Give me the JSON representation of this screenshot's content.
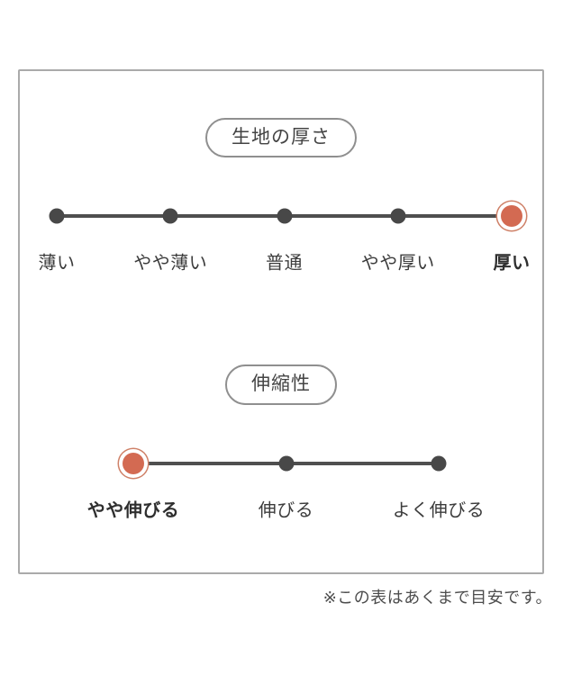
{
  "accent_color": "#d36a52",
  "ring_color": "#cf8168",
  "dot_color": "#484848",
  "footnote": "※この表はあくまで目安です。",
  "chart_data": [
    {
      "type": "scale",
      "title": "生地の厚さ",
      "categories": [
        "薄い",
        "やや薄い",
        "普通",
        "やや厚い",
        "厚い"
      ],
      "selected": "厚い",
      "selected_index": 4,
      "marker_color": "#d36a52",
      "layout": "horizontal dot scale, 5 evenly spaced points, selection marked with orange ringed dot"
    },
    {
      "type": "scale",
      "title": "伸縮性",
      "categories": [
        "やや伸びる",
        "伸びる",
        "よく伸びる"
      ],
      "selected": "やや伸びる",
      "selected_index": 0,
      "marker_color": "#d36a52",
      "layout": "horizontal dot scale, 3 evenly spaced points, selection marked with orange ringed dot"
    }
  ]
}
